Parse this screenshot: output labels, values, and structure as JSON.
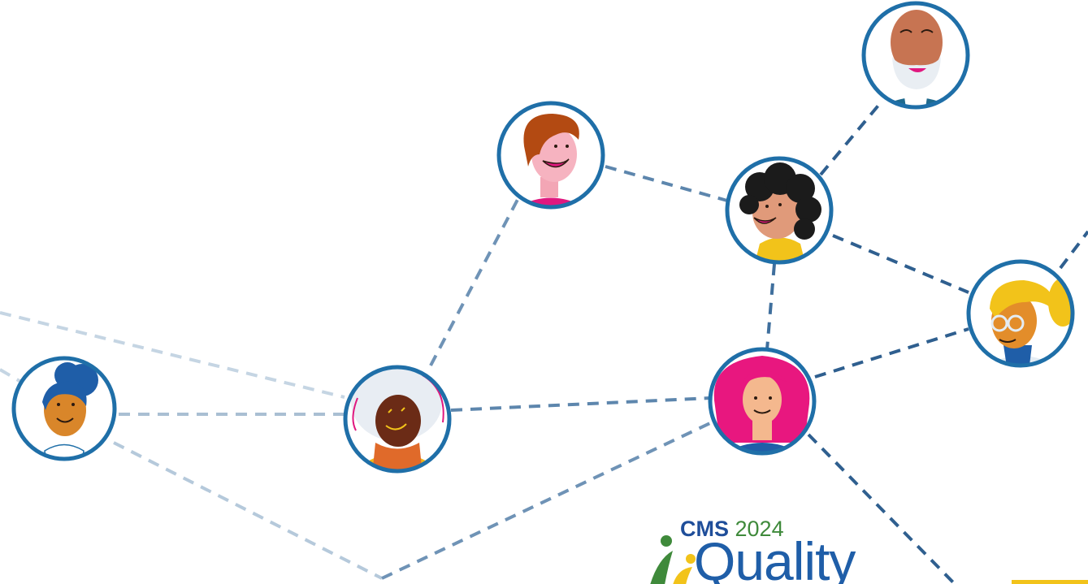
{
  "logo": {
    "cms": "CMS",
    "year": "2024",
    "word": "Quality"
  },
  "colors": {
    "ring": "#1f6fa8",
    "dash_dark": "#2f5f8f",
    "dash_light": "#a9bfd3",
    "logo_blue": "#1f5ea8",
    "logo_green": "#3f8a3b",
    "logo_yellow": "#f2c31a"
  }
}
